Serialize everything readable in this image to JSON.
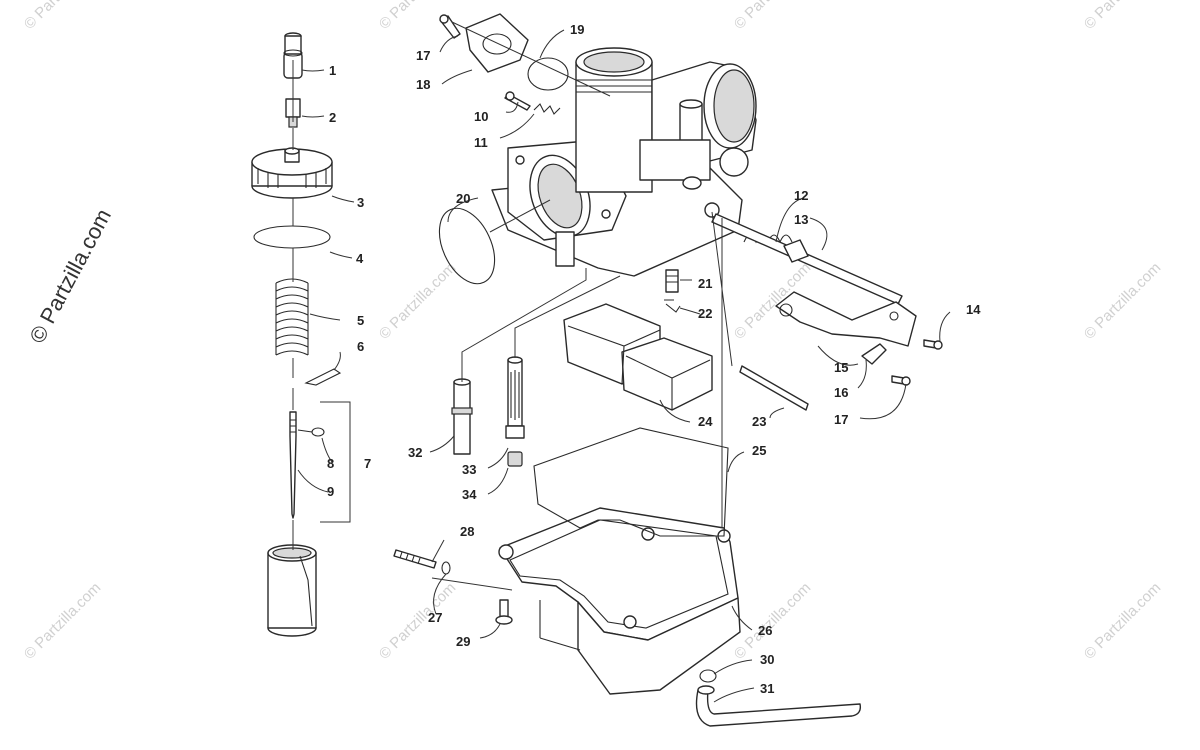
{
  "watermark": {
    "brand_text": "© Partzilla.com",
    "tile_text": "© Partzilla.com"
  },
  "callouts": [
    {
      "id": "1",
      "text": "1"
    },
    {
      "id": "2",
      "text": "2"
    },
    {
      "id": "3",
      "text": "3"
    },
    {
      "id": "4",
      "text": "4"
    },
    {
      "id": "5",
      "text": "5"
    },
    {
      "id": "6",
      "text": "6"
    },
    {
      "id": "7",
      "text": "7"
    },
    {
      "id": "8",
      "text": "8"
    },
    {
      "id": "9",
      "text": "9"
    },
    {
      "id": "10",
      "text": "10"
    },
    {
      "id": "11",
      "text": "11"
    },
    {
      "id": "12",
      "text": "12"
    },
    {
      "id": "13",
      "text": "13"
    },
    {
      "id": "14",
      "text": "14"
    },
    {
      "id": "15",
      "text": "15"
    },
    {
      "id": "16",
      "text": "16"
    },
    {
      "id": "17a",
      "text": "17"
    },
    {
      "id": "17b",
      "text": "17"
    },
    {
      "id": "18",
      "text": "18"
    },
    {
      "id": "19",
      "text": "19"
    },
    {
      "id": "20",
      "text": "20"
    },
    {
      "id": "21",
      "text": "21"
    },
    {
      "id": "22",
      "text": "22"
    },
    {
      "id": "23",
      "text": "23"
    },
    {
      "id": "24",
      "text": "24"
    },
    {
      "id": "25",
      "text": "25"
    },
    {
      "id": "26",
      "text": "26"
    },
    {
      "id": "27",
      "text": "27"
    },
    {
      "id": "28",
      "text": "28"
    },
    {
      "id": "29",
      "text": "29"
    },
    {
      "id": "30",
      "text": "30"
    },
    {
      "id": "31",
      "text": "31"
    },
    {
      "id": "32",
      "text": "32"
    },
    {
      "id": "33",
      "text": "33"
    },
    {
      "id": "34",
      "text": "34"
    }
  ]
}
